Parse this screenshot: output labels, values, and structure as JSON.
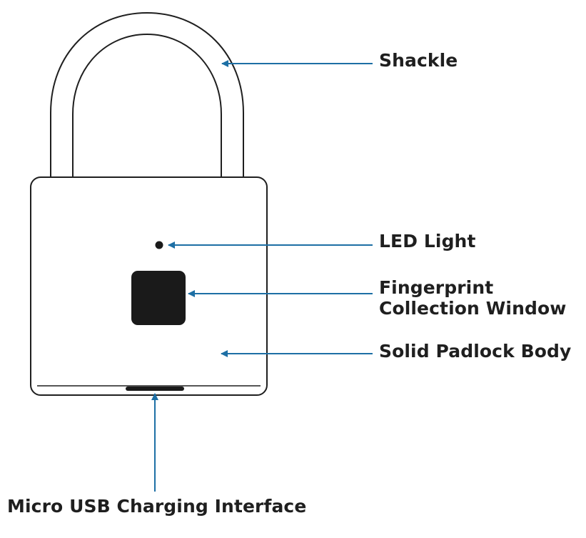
{
  "labels": {
    "shackle": "Shackle",
    "led_light": "LED Light",
    "fingerprint_line1": "Fingerprint",
    "fingerprint_line2": "Collection Window",
    "padlock_body": "Solid Padlock Body",
    "usb_interface": "Micro USB Charging Interface"
  },
  "colors": {
    "outline": "#1f1f1f",
    "arrow": "#1d6fa5",
    "sensor": "#1a1a1a",
    "background": "#ffffff"
  }
}
